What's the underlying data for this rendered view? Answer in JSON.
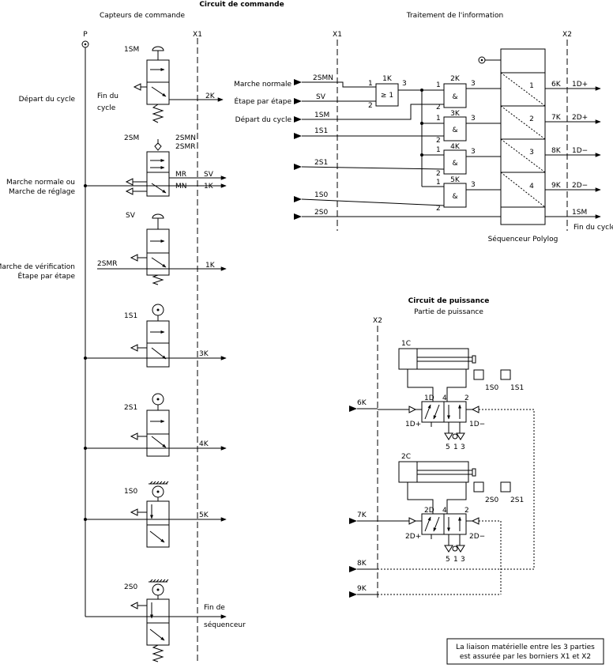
{
  "titles": {
    "command": "Circuit de commande",
    "sensors": "Capteurs de commande",
    "processing": "Traitement de l'information",
    "power": "Circuit de puissance",
    "power_part": "Partie de puissance"
  },
  "terminals": {
    "x1": "X1",
    "x2": "X2",
    "p": "P"
  },
  "left_labels": {
    "depart": "Départ du cycle",
    "marche_l1": "Marche normale ou",
    "marche_l2": "Marche de réglage",
    "verif_l1": "Marche de vérification",
    "verif_l2": "Étape par étape"
  },
  "sensors": {
    "s1sm": "1SM",
    "fin_du": "Fin du",
    "cycle": "cycle",
    "k2": "2K",
    "s2sm": "2SM",
    "s2smn": "2SMN",
    "s2smr": "2SMR",
    "mr": "MR",
    "sv_out": "SV",
    "mn": "MN",
    "k1a": "1K",
    "sv": "SV",
    "s2smr_in": "2SMR",
    "k1b": "1K",
    "s1s1": "1S1",
    "k3": "3K",
    "s2s1": "2S1",
    "k4": "4K",
    "s1s0": "1S0",
    "k5": "5K",
    "s2s0": "2S0",
    "fin_de": "Fin de",
    "sequenceur": "séquenceur"
  },
  "processing": {
    "in_marche": "Marche normale",
    "in_etape": "Étape par étape",
    "in_depart": "Départ du cycle",
    "w2smn": "2SMN",
    "wsv": "SV",
    "w1sm": "1SM",
    "w1s1": "1S1",
    "w2s1": "2S1",
    "w1s0": "1S0",
    "w2s0": "2S0",
    "or_gate": "≥ 1",
    "and_gate": "&",
    "g1k": "1K",
    "g2k": "2K",
    "g3k": "3K",
    "g4k": "4K",
    "g5k": "5K",
    "p1": "1",
    "p2": "2",
    "p3": "3",
    "st1": "1",
    "st2": "2",
    "st3": "3",
    "st4": "4",
    "o6k": "6K",
    "o7k": "7K",
    "o8k": "8K",
    "o9k": "9K",
    "o1dp": "1D+",
    "o2dp": "2D+",
    "o1dm": "1D−",
    "o2dm": "2D−",
    "o1sm": "1SM",
    "fin_cycle": "Fin du cycle",
    "seq_name": "Séquenceur Polylog"
  },
  "power": {
    "c1": "1C",
    "c2": "2C",
    "s1s0": "1S0",
    "s1s1": "1S1",
    "s2s0": "2S0",
    "s2s1": "2S1",
    "in6k": "6K",
    "in7k": "7K",
    "in8k": "8K",
    "in9k": "9K",
    "d1": "1D",
    "d2": "2D",
    "d1p": "1D+",
    "d1m": "1D−",
    "d2p": "2D+",
    "d2m": "2D−",
    "n4": "4",
    "n2": "2",
    "n5": "5",
    "n1": "1",
    "n3": "3"
  },
  "note": {
    "l1": "La liaison matérielle entre les 3 parties",
    "l2": "est assurée par les borniers X1 et X2"
  }
}
